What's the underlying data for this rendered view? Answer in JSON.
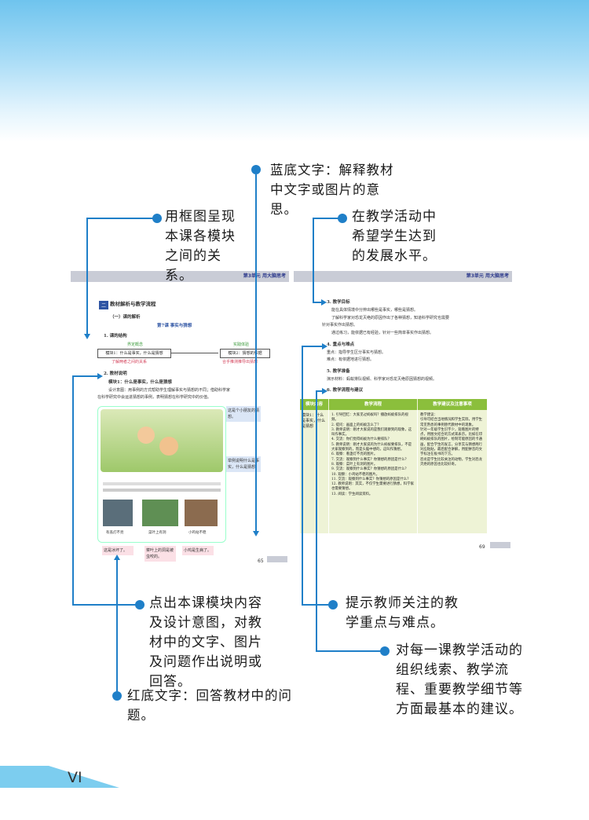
{
  "callouts": {
    "blue_text": "蓝底文字：解释教材中文字或图片的意思。",
    "frame_chart": "用框图呈现本课各模块之间的关系。",
    "dev_level": "在教学活动中希望学生达到的发展水平。",
    "module_point": "点出本课模块内容及设计意图，对教材中的文字、图片及问题作出说明或回答。",
    "focus": "提示教师关注的教学重点与难点。",
    "flow": "对每一课教学活动的组织线索、教学流程、重要教学细节等方面最基本的建议。",
    "red_text": "红底文字：回答教材中的问题。"
  },
  "left_page": {
    "header": "第3单元  用大脑思考",
    "section_no": "二",
    "section_title": "教材解析与教学流程",
    "sub1": "（一）课的解析",
    "lesson": "第7课  事实与猜想",
    "item1": "1. 课的结构",
    "chart_left_top": "界定概念",
    "chart_left_box": "模块1：什么是事实，什么是猜想",
    "chart_left_bot": "了解两者之间的关系",
    "chart_right_top": "实践体验",
    "chart_right_box": "模块2：猜想的依据",
    "chart_right_bot": "合乎推测推导出猜想",
    "item2": "2. 教材说明",
    "mod1": "模块1：什么是事实，什么是猜想",
    "desc1": "设计意图：用事例的方式帮助学生理解事实与猜想的不同；借助科学家",
    "desc2": "在科学研究中会运进猜想的事例，表明猜想在科学研究中的价值。",
    "blue_note1": "这是个小朋友的猜想。",
    "blue_note2": "举例说明什么是事实，什么是猜想。",
    "pink1": "这是冰坏了。",
    "pink2": "菜叶上的洞是被虫咬的。",
    "pink3": "小鸡是生病了。",
    "cap1": "有盖灯不亮",
    "cap2": "菜叶上有洞",
    "cap3": "小鸡站不稳",
    "page_no": "65"
  },
  "right_page": {
    "header": "第3单元  用大脑思考",
    "goal_title": "3. 教学目标",
    "goal1": "能在具体情境中分辨出哪些是事实，哪些是猜想。",
    "goal2": "了解科学家对恐龙灭绝的原因作出了各种猜想，知道科学研究也需要",
    "goal2b": "针对事实作出猜想。",
    "goal3": "通过练习，能依据已有经验，针对一些简单事实作出猜想。",
    "focus_title": "4. 重点与难点",
    "focus1": "重点：指导学生区分事实与猜想。",
    "focus2": "难点：有依据地进行猜想。",
    "prep_title": "5. 教学准备",
    "prep1": "演示材料：蚂蚁排队视频、科学家对恐龙灭绝原因猜想的视频。",
    "flow_title": "6. 教学流程与建议",
    "th1": "模块内容",
    "th2": "教学流程",
    "th3": "教学建议及注意事项",
    "col1": "模块1：什么是事实，什么是猜想",
    "col2": [
      "1. 引导回忆：大家见过蚂蚁吗？播放蚂蚁排队的视频。",
      "2. 提问：画面上的蚂蚁怎么了？",
      "3. 教师说明：刚才大家说的是我们观察到的现象，这叫作事实。",
      "4. 交流：你们觉得蚂蚁为什么要排队？",
      "5. 教师说明：刚才大家说的为什么蚂蚁要排队，不是大家观察到的，而是头脑中想的，这叫作猜想。",
      "6. 观察：看盏灯不亮的图片。",
      "7. 交流：观察到什么事实？你猜想的原因是什么？",
      "8. 观察：菜叶上有洞的图片。",
      "9. 交流：观察到什么事实？你猜想的原因是什么？",
      "10. 观察：小鸡站不稳的图片。",
      "11. 交流：观察到什么事实？你猜想的原因是什么？",
      "12. 教师说明：其实，不仅学生需要进行猜想，科学家也需要猜想。",
      "13. 阅读：学生阅读资料。"
    ],
    "col3": [
      "教学建议：",
      "引导可结合当地情况和学生实际，用学生常见熟悉的事例替代教材中的现象。",
      "针对一年级学生识字少，观看图片的特点，用图文结合的方式来表示。比如在印刷蚂蚁排队的图片，绘制可能原因的卡通画，配合学生的发言，分享实与猜想两行对应粘贴，最后配合讲解，用配拼音的文字标注在板书的下方。",
      "恐龙是学生比较关注的动物，学生对恐龙灭绝的原因也比较好奇。"
    ],
    "page_no": "69"
  },
  "page_number": "VI",
  "colors": {
    "accent": "#1f7fc8",
    "header_band": "#6fc4ee",
    "table_green": "#8bbf3c"
  }
}
